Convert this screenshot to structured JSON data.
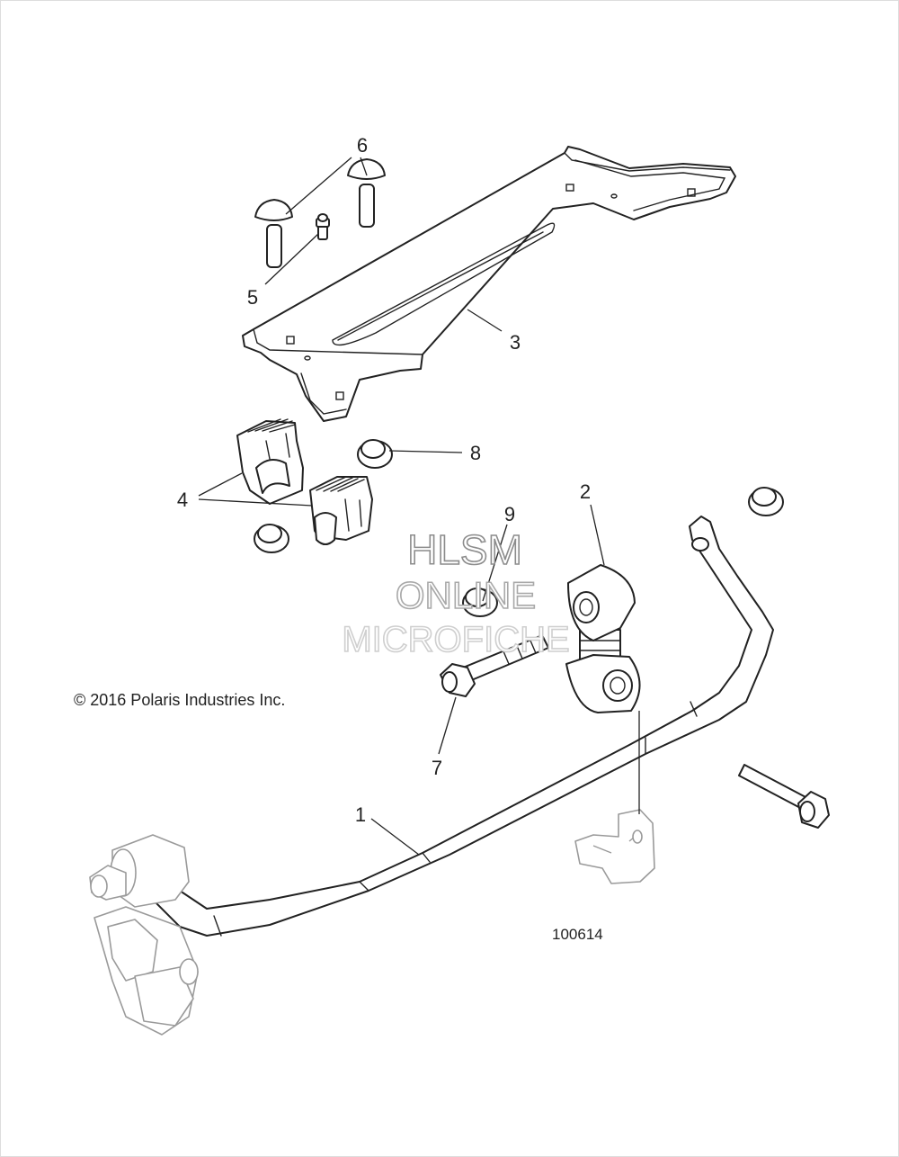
{
  "callouts": [
    {
      "number": "1",
      "part": "stabilizer-bar"
    },
    {
      "number": "2",
      "part": "link"
    },
    {
      "number": "3",
      "part": "bracket"
    },
    {
      "number": "4",
      "part": "bushing"
    },
    {
      "number": "5",
      "part": "grease-fitting"
    },
    {
      "number": "6",
      "part": "carriage-bolt"
    },
    {
      "number": "7",
      "part": "flange-bolt"
    },
    {
      "number": "8",
      "part": "flange-nut"
    },
    {
      "number": "9",
      "part": "flange-nut"
    }
  ],
  "watermark": {
    "line1": "HLSM",
    "line2": "ONLINE",
    "line3": "MICROFICHE"
  },
  "copyright": "© 2016 Polaris Industries Inc.",
  "figure_id": "100614",
  "colors": {
    "ink": "#222222",
    "ghost_part": "#9a9a9a",
    "watermark_outline": "#8c8c8c",
    "background": "#ffffff"
  }
}
